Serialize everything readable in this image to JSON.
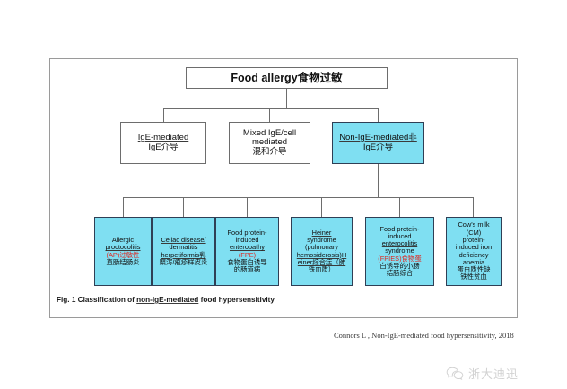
{
  "figure": {
    "root": {
      "label": "Food allergy食物过敏"
    },
    "level2": [
      {
        "id": "ige-mediated",
        "lines": [
          "IgE-mediated",
          "IgE介导"
        ],
        "highlighted": false
      },
      {
        "id": "mixed-ige-cell-mediated",
        "lines": [
          "Mixed IgE/cell",
          "mediated",
          "混和介导"
        ],
        "highlighted": false
      },
      {
        "id": "non-ige-mediated",
        "lines": [
          "Non-IgE-mediated非",
          "IgE介导"
        ],
        "highlighted": true
      }
    ],
    "level3": [
      {
        "id": "allergic-proctocolitis",
        "lines": [
          "Allergic",
          "proctocolitis",
          "(AP)过敏性",
          "直肠结肠炎"
        ],
        "abbrev": "(AP)"
      },
      {
        "id": "celiac-dermatitis-herpetiformis",
        "lines": [
          "Celiac disease/",
          "dermatitis",
          "herpetiformis乳",
          "糜泻/疱疹样皮炎"
        ],
        "abbrev": ""
      },
      {
        "id": "food-protein-induced-enteropathy",
        "lines": [
          "Food protein-",
          "induced",
          "enteropathy",
          "(FPE)",
          "食物蛋白诱导",
          "的肠道病"
        ],
        "abbrev": "(FPE)"
      },
      {
        "id": "heiner-syndrome",
        "lines": [
          "Heiner",
          "syndrome",
          "(pulmonary",
          "hemosiderosis)H",
          "einer综合症（肺",
          "铁血质）"
        ],
        "abbrev": ""
      },
      {
        "id": "food-protein-induced-enterocolitis-syndrome",
        "lines": [
          "Food protein-",
          "induced",
          "enterocolitis",
          "syndrome",
          "(FPIES)食物蛋",
          "白诱导的小肠",
          "结肠综合"
        ],
        "abbrev": "(FPIES)"
      },
      {
        "id": "cows-milk-protein-induced-iron-deficiency-anemia",
        "lines": [
          "Cow's milk",
          "(CM)",
          "protein-",
          "induced iron",
          "deficiency",
          "anemia",
          "蛋白质性缺",
          "铁性贫血"
        ],
        "abbrev": ""
      }
    ],
    "caption": {
      "prefix": "Fig. 1 Classification of ",
      "emphasis": "non-IgE-mediated",
      "suffix": " food hypersensitivity"
    }
  },
  "citation": {
    "text": "Connors L , Non-IgE-mediated food hypersensitivity, 2018"
  },
  "watermark": {
    "text": "浙大迪迅",
    "icon": "wechat-icon"
  },
  "colors": {
    "highlight_fill": "#7fdff2",
    "box_border": "#6d6d6d",
    "accent_red": "#e0261f",
    "page_background": "#ffffff"
  }
}
